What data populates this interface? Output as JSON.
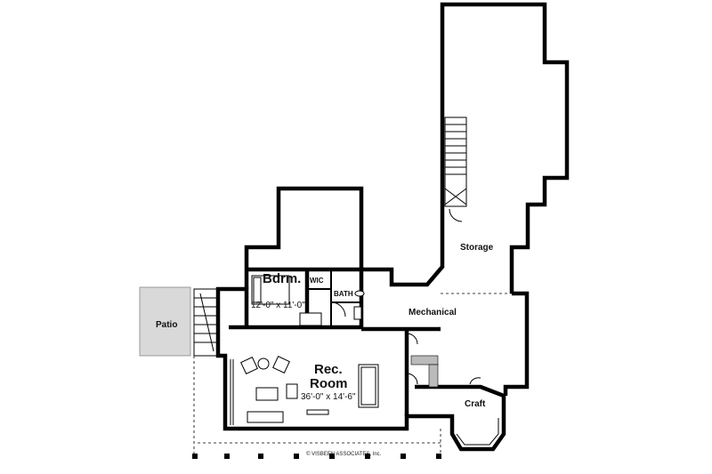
{
  "rooms": {
    "storage": "Storage",
    "bedroom": "Bdrm.",
    "bedroom_dims": "12'-0\" x 11'-0\"",
    "wic": "WIC",
    "bath": "BATH",
    "mechanical": "Mechanical",
    "patio": "Patio",
    "rec_line1": "Rec.",
    "rec_line2": "Room",
    "rec_dims": "36'-0\" x 14'-6\"",
    "craft": "Craft"
  },
  "copyright": "© VISBEEN ASSOCIATES, Inc."
}
